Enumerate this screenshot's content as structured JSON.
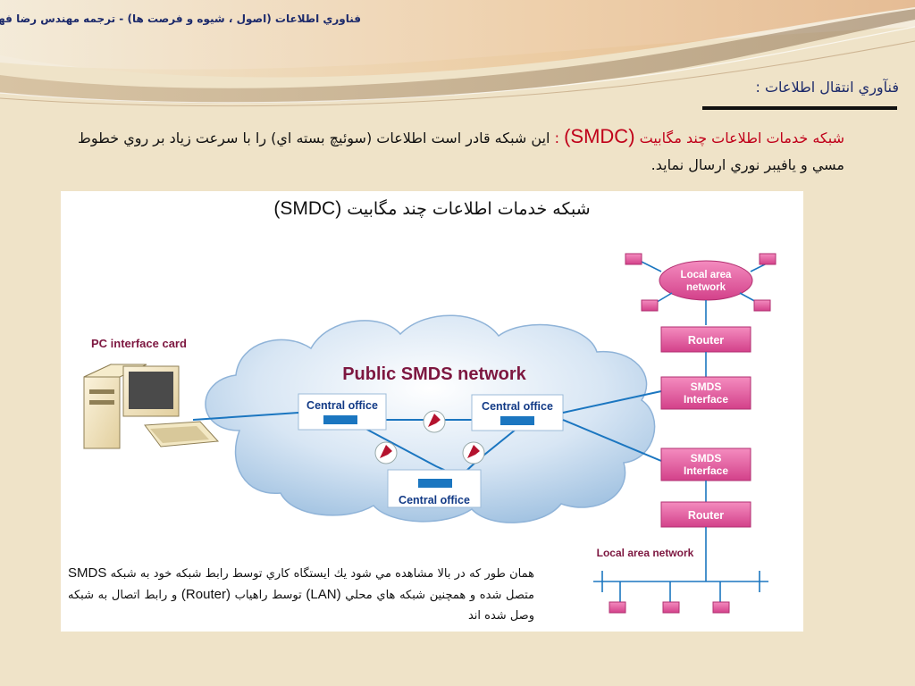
{
  "header": {
    "title": "فناوري اطلاعات (اصول ، شيوه و فرصت ها) - ترجمه مهندس رضا فهيمي"
  },
  "section": {
    "title": "فنآوري انتقال اطلاعات :"
  },
  "paragraph": {
    "term_fa": "شبكه خدمات اطلاعات چند مگابيت",
    "term_latin": "(SMDC)",
    "colon": ":",
    "body_line1": "اين شبكه قادر است اطلاعات (سوئيچ بسته اي) را با سرعت زياد بر روي",
    "body_line2": "خطوط مسي و يافيبر نوري ارسال نمايد."
  },
  "figure": {
    "title_fa": "شبكه خدمات اطلاعات چند مگابيت",
    "title_latin": "(SMDC)",
    "labels": {
      "pc_interface_card": "PC interface card",
      "public_network": "Public SMDS network",
      "central_office_left": "Central office",
      "central_office_right": "Central office",
      "central_office_bottom": "Central office",
      "lan_top_line1": "Local area",
      "lan_top_line2": "network",
      "router_top": "Router",
      "smds_interface_top_line1": "SMDS",
      "smds_interface_top_line2": "Interface",
      "smds_interface_bottom_line1": "SMDS",
      "smds_interface_bottom_line2": "Interface",
      "router_bottom": "Router",
      "lan_bottom": "Local area network"
    }
  },
  "caption": {
    "part1": "همان طور كه در بالا مشاهده مي شود يك ايستگاه كاري توسط رابط شبكه خود به شبكه",
    "smds": "SMDS",
    "part2": "متصل شده و همچنين شبكه هاي محلي",
    "lan": "(LAN)",
    "part3": "توسط راهياب",
    "router": "(Router)",
    "part4": "و رابط اتصال به شبكه وصل شده اند"
  },
  "colors": {
    "background": "#efe3c8",
    "title_blue": "#1c2a6b",
    "highlight_red": "#c0001a",
    "magenta": "#e4559a",
    "office_label": "#123a86",
    "link_blue": "#1b76c0"
  }
}
